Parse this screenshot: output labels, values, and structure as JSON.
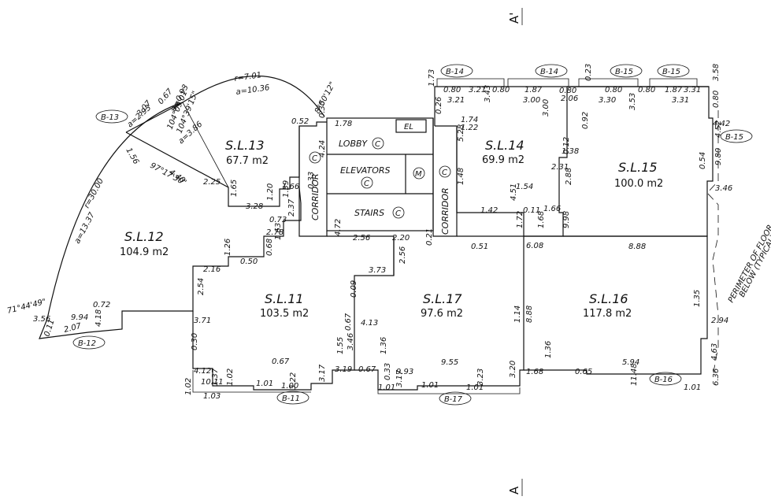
{
  "section_marks": {
    "top": "A'",
    "bottom": "A"
  },
  "units": [
    {
      "id": "sl11",
      "name": "S.L.11",
      "area": "103.5 m2"
    },
    {
      "id": "sl12",
      "name": "S.L.12",
      "area": "104.9 m2"
    },
    {
      "id": "sl13",
      "name": "S.L.13",
      "area": "67.7 m2"
    },
    {
      "id": "sl14",
      "name": "S.L.14",
      "area": "69.9 m2"
    },
    {
      "id": "sl15",
      "name": "S.L.15",
      "area": "100.0 m2"
    },
    {
      "id": "sl16",
      "name": "S.L.16",
      "area": "117.8 m2"
    },
    {
      "id": "sl17",
      "name": "S.L.17",
      "area": "97.6 m2"
    }
  ],
  "rooms": {
    "lobby": "LOBBY",
    "elevators": "ELEVATORS",
    "stairs": "STAIRS",
    "corridor_left": "CORRIDOR",
    "corridor_right": "CORRIDOR",
    "el": "EL",
    "m": "M",
    "c": "C"
  },
  "notes": {
    "perimeter_1": "PERIMETER OF FLOOR",
    "perimeter_2": "BELOW (TYPICAL)"
  },
  "tags": [
    "B-13",
    "B-12",
    "B-11",
    "B-17",
    "B-16",
    "B-14",
    "B-14",
    "B-15",
    "B-15",
    "B-15"
  ],
  "curve_labels": [
    "r=7.01",
    "a=10.36",
    "r=30.00",
    "a=13.37",
    "71°44'49\"",
    "97°17'30\"",
    "104°09'01\"",
    "104°39'15\"",
    "8°50'12\"",
    "a=0.93",
    "a=2.93",
    "a=3.86"
  ],
  "dims": [
    "0.67",
    "3.07",
    "1.56",
    "4.40",
    "2.25",
    "1.65",
    "3.28",
    "1.20",
    "1.66",
    "1.39",
    "2.37",
    "0.73",
    "2.78",
    "1.63",
    "0.68",
    "1.26",
    "0.50",
    "2.16",
    "2.54",
    "3.71",
    "0.30",
    "4.12",
    "1.37",
    "0.67",
    "10.11",
    "1.02",
    "1.01",
    "3.22",
    "1.00",
    "3.17",
    "1.02",
    "1.03",
    "3.19",
    "1.55",
    "0.67",
    "1.36",
    "0.67",
    "3.46",
    "4.13",
    "0.09",
    "3.73",
    "2.56",
    "2.20",
    "2.56",
    "4.72",
    "0.21",
    "0.51",
    "6.08",
    "1.14",
    "8.88",
    "9.55",
    "9.93",
    "0.33",
    "1.01",
    "3.17",
    "1.01",
    "3.23",
    "1.01",
    "3.20",
    "1.68",
    "1.36",
    "0.65",
    "5.94",
    "11.48",
    "1.01",
    "6.36",
    "4.63",
    "2.94",
    "1.35",
    "8.88",
    "9.98",
    "1.68",
    "1.66",
    "1.72",
    "0.11",
    "1.42",
    "4.51",
    "1.54",
    "2.88",
    "2.31",
    "1.38",
    "0.12",
    "0.92",
    "3.46",
    "0.54",
    "9.80",
    "4.52",
    "4.42",
    "1.48",
    "5.28",
    "1.22",
    "1.74",
    "0.26",
    "1.73",
    "0.80",
    "3.21",
    "3.21",
    "3.43",
    "0.80",
    "1.87",
    "3.00",
    "3.00",
    "0.80",
    "2.06",
    "0.23",
    "0.80",
    "3.30",
    "3.53",
    "0.80",
    "1.87",
    "3.31",
    "3.31",
    "3.58",
    "0.80",
    "0.30",
    "0.52",
    "1.78",
    "0.33",
    "4.24",
    "0.72",
    "9.94",
    "3.56",
    "0.11",
    "2.07",
    "4.18",
    "0.91"
  ]
}
